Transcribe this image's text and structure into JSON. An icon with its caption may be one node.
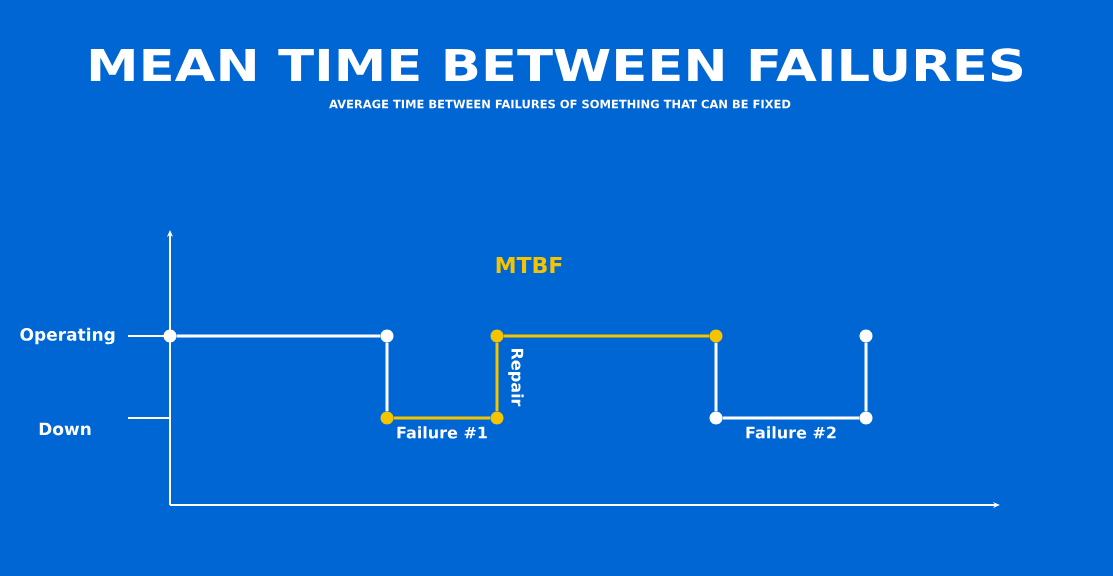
{
  "diagram": {
    "title": "MEAN TIME BETWEEN FAILURES",
    "nodes": [
      {
        "text": [],
        "shape": "circle"
      },
      {
        "text": [],
        "shape": "circle"
      },
      {
        "text": [],
        "shape": "circle"
      },
      {
        "text": [],
        "shape": "circle"
      },
      {
        "text": [],
        "shape": "circle"
      },
      {
        "text": [],
        "shape": "circle"
      },
      {
        "text": [],
        "shape": "circle"
      },
      {
        "text": [],
        "shape": "circle"
      },
      {
        "text": [],
        "shape": "circle"
      }
    ],
    "edges": [
      {
        "from": 0,
        "to": 1,
        "arrow": "none"
      },
      {
        "from": 1,
        "to": 2,
        "arrow": "none"
      },
      {
        "from": 2,
        "to": 3,
        "arrow": "none",
        "label": "Failure #1",
        "color": "#f5c400"
      },
      {
        "from": 3,
        "to": 4,
        "arrow": "none",
        "label": "Repair",
        "color": "#f5c400"
      },
      {
        "from": 4,
        "to": 5,
        "arrow": "none",
        "color": "#f5c400"
      },
      {
        "from": 5,
        "to": 6,
        "arrow": "none"
      },
      {
        "from": 6,
        "to": 7,
        "arrow": "none",
        "label": "Failure #2"
      },
      {
        "from": 7,
        "to": 8,
        "arrow": "none"
      }
    ],
    "labels": [
      "AVERAGE TIME BETWEEN FAILURES OF SOMETHING THAT CAN BE FIXED",
      "MTBF",
      "Operating",
      "Down"
    ]
  }
}
